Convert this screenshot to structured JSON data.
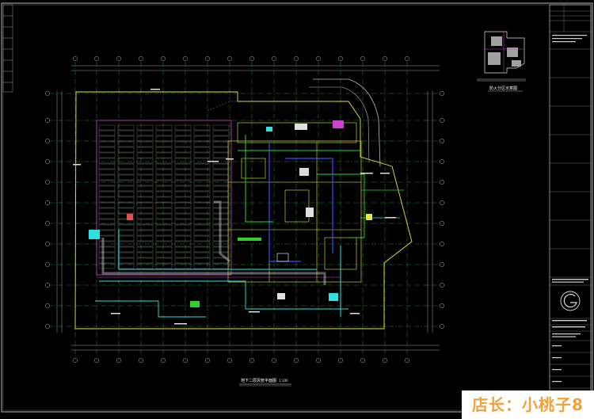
{
  "drawing": {
    "plan_title": "地下二层风管平面图",
    "plan_scale": "1:100",
    "inset_title": "防火分区示意图",
    "watermark": "店长：小桃子8"
  },
  "colors": {
    "background": "#000000",
    "structure": "#d8d8d8",
    "grid": "#3cc43c",
    "wall_yellow": "#e8e840",
    "duct_cyan": "#30e0e0",
    "duct_blue": "#3050ff",
    "magenta": "#d040d0",
    "green": "#30d030"
  }
}
